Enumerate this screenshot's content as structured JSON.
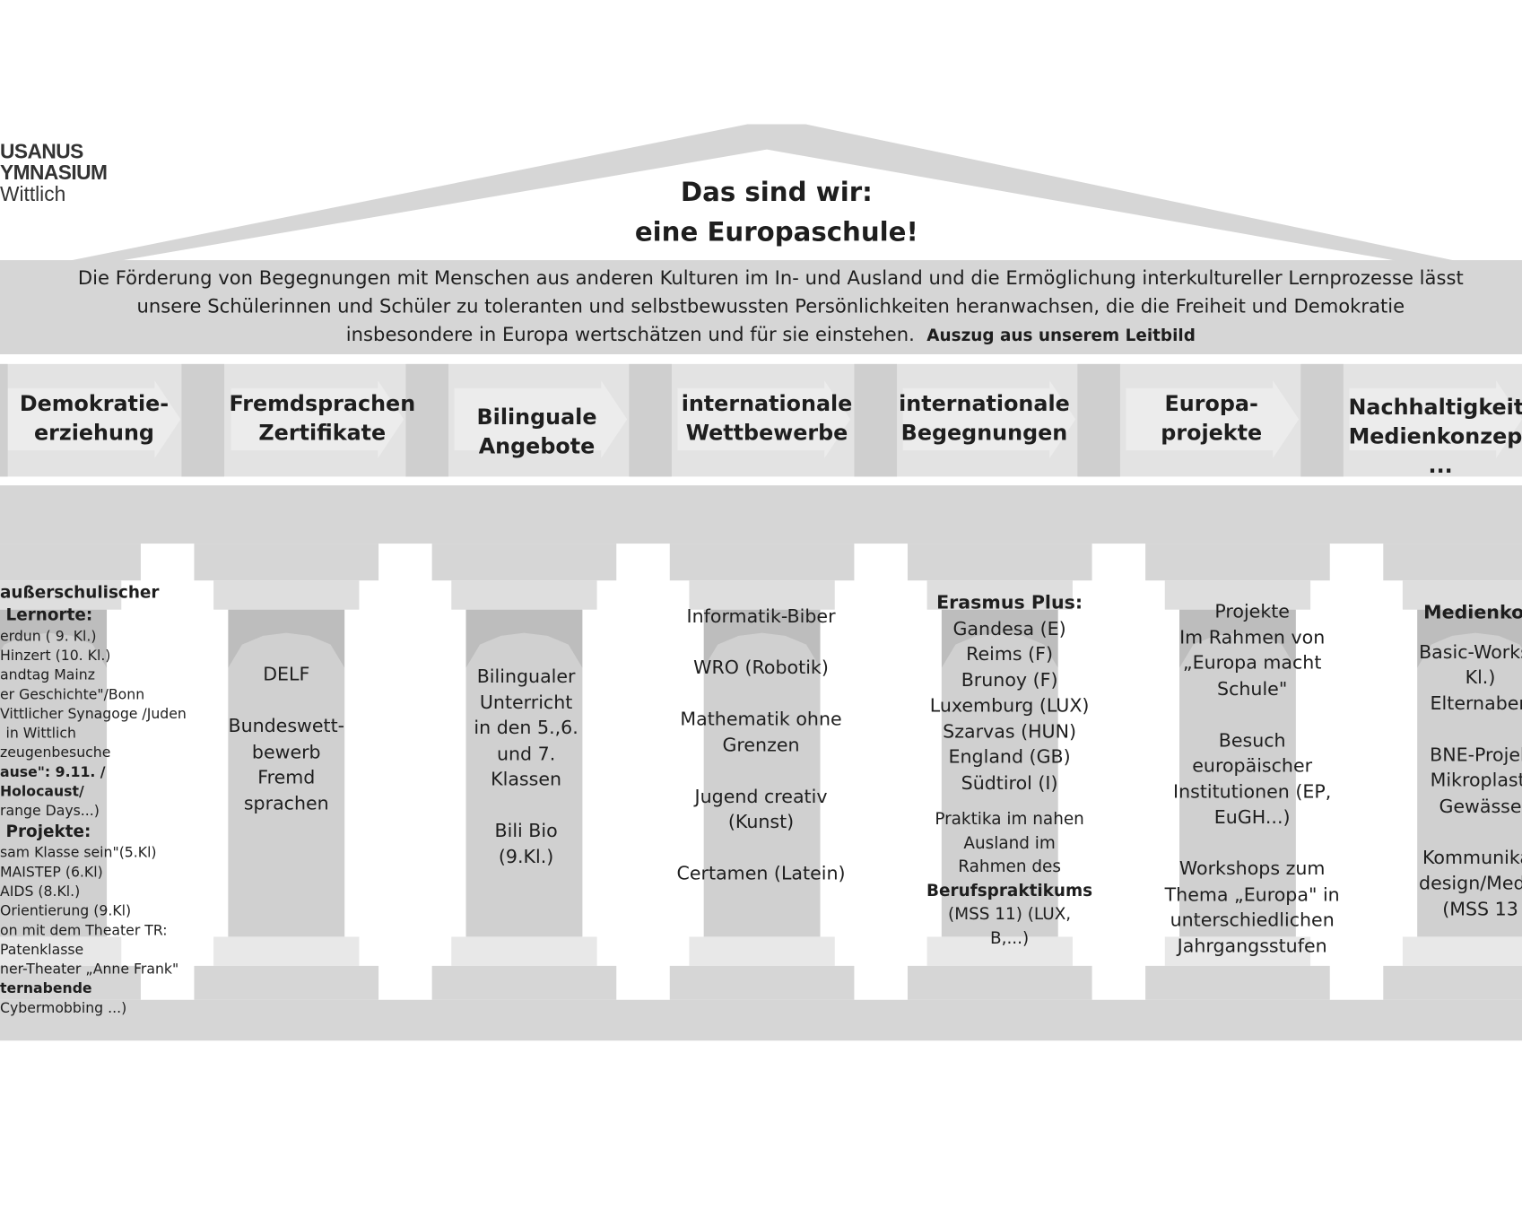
{
  "logo": {
    "line1": "USANUS",
    "line2": "YMNASIUM",
    "line3": "Wittlich"
  },
  "header": {
    "title_line1": "Das sind wir:",
    "title_line2": "eine Europaschule!"
  },
  "leitbild": {
    "line1": "Die Förderung von Begegnungen mit Menschen aus anderen Kulturen im In- und Ausland und die Ermöglichung interkultureller Lernprozesse lässt",
    "line2": "unsere Schülerinnen und Schüler zu toleranten und selbstbewussten Persönlichkeiten heranwachsen, die die Freiheit und Demokratie",
    "line3": "insbesondere in Europa wertschätzen und für sie einstehen.",
    "source": "Auszug aus unserem Leitbild"
  },
  "pillars": [
    {
      "h1": "Demokratie-",
      "h2": "erziehung"
    },
    {
      "h1": "Fremdsprachen",
      "h2": "Zertifikate"
    },
    {
      "h1": "Bilinguale",
      "h2": "Angebote"
    },
    {
      "h1": "internationale",
      "h2": "Wettbewerbe"
    },
    {
      "h1": "internationale",
      "h2": "Begegnungen"
    },
    {
      "h1": "Europa-",
      "h2": "projekte"
    },
    {
      "h1": "Nachhaltigkeit:",
      "h2": "Medienkonzept",
      "h3": "..."
    }
  ],
  "columns": {
    "c0": [
      "außerschulischer",
      "Lernorte:",
      "erdun ( 9. Kl.)",
      "Hinzert (10. Kl.)",
      "andtag Mainz",
      "er Geschichte\"/Bonn",
      "Vittlicher Synagoge /Juden",
      "in Wittlich",
      "zeugenbesuche",
      "ause\": 9.11. / Holocaust/",
      "range Days...)",
      "Projekte:",
      "sam Klasse sein\"(5.Kl)",
      "MAISTEP (6.Kl)",
      "AIDS (8.Kl.)",
      "Orientierung (9.Kl)",
      "on mit dem Theater TR:",
      "Patenklasse",
      "ner-Theater „Anne Frank\"",
      "ternabende",
      "Cybermobbing ...)"
    ],
    "c1": [
      "DELF",
      "",
      "Bundeswett-",
      "bewerb",
      "Fremd",
      "sprachen"
    ],
    "c2": [
      "Bilingualer",
      "Unterricht",
      "in den 5.,6.",
      "und 7.",
      "Klassen",
      "",
      "Bili Bio",
      "(9.Kl.)"
    ],
    "c3": [
      "Informatik-Biber",
      "",
      "WRO (Robotik)",
      "",
      "Mathematik ohne",
      "Grenzen",
      "",
      "Jugend creativ",
      "(Kunst)",
      "",
      "Certamen (Latein)"
    ],
    "c4": [
      "Erasmus Plus",
      ":",
      "Gandesa (E)",
      "Reims (F)",
      "Brunoy (F)",
      "Luxemburg (LUX)",
      "Szarvas (HUN)",
      "England (GB)",
      "Südtirol (I)",
      "Praktika im nahen",
      "Ausland im",
      "Rahmen des",
      "Berufspraktikums",
      "(MSS 11)  (LUX,",
      "B,...)"
    ],
    "c5": [
      "Projekte",
      "Im Rahmen von",
      "„Europa macht",
      "Schule\"",
      "",
      "Besuch",
      "europäischer",
      "Institutionen (EP,",
      "EuGH...)",
      "",
      "Workshops zum",
      "Thema „Europa\" in",
      "unterschiedlichen",
      "Jahrgangsstufen"
    ],
    "c6": [
      "Medienkon",
      "Basic-Worksh",
      "Kl.)",
      "Elternaben",
      "",
      "BNE-Projek",
      "Mikroplasti",
      "Gewässe",
      "",
      "Kommunikat",
      "design/Medie",
      "(MSS 13"
    ]
  }
}
